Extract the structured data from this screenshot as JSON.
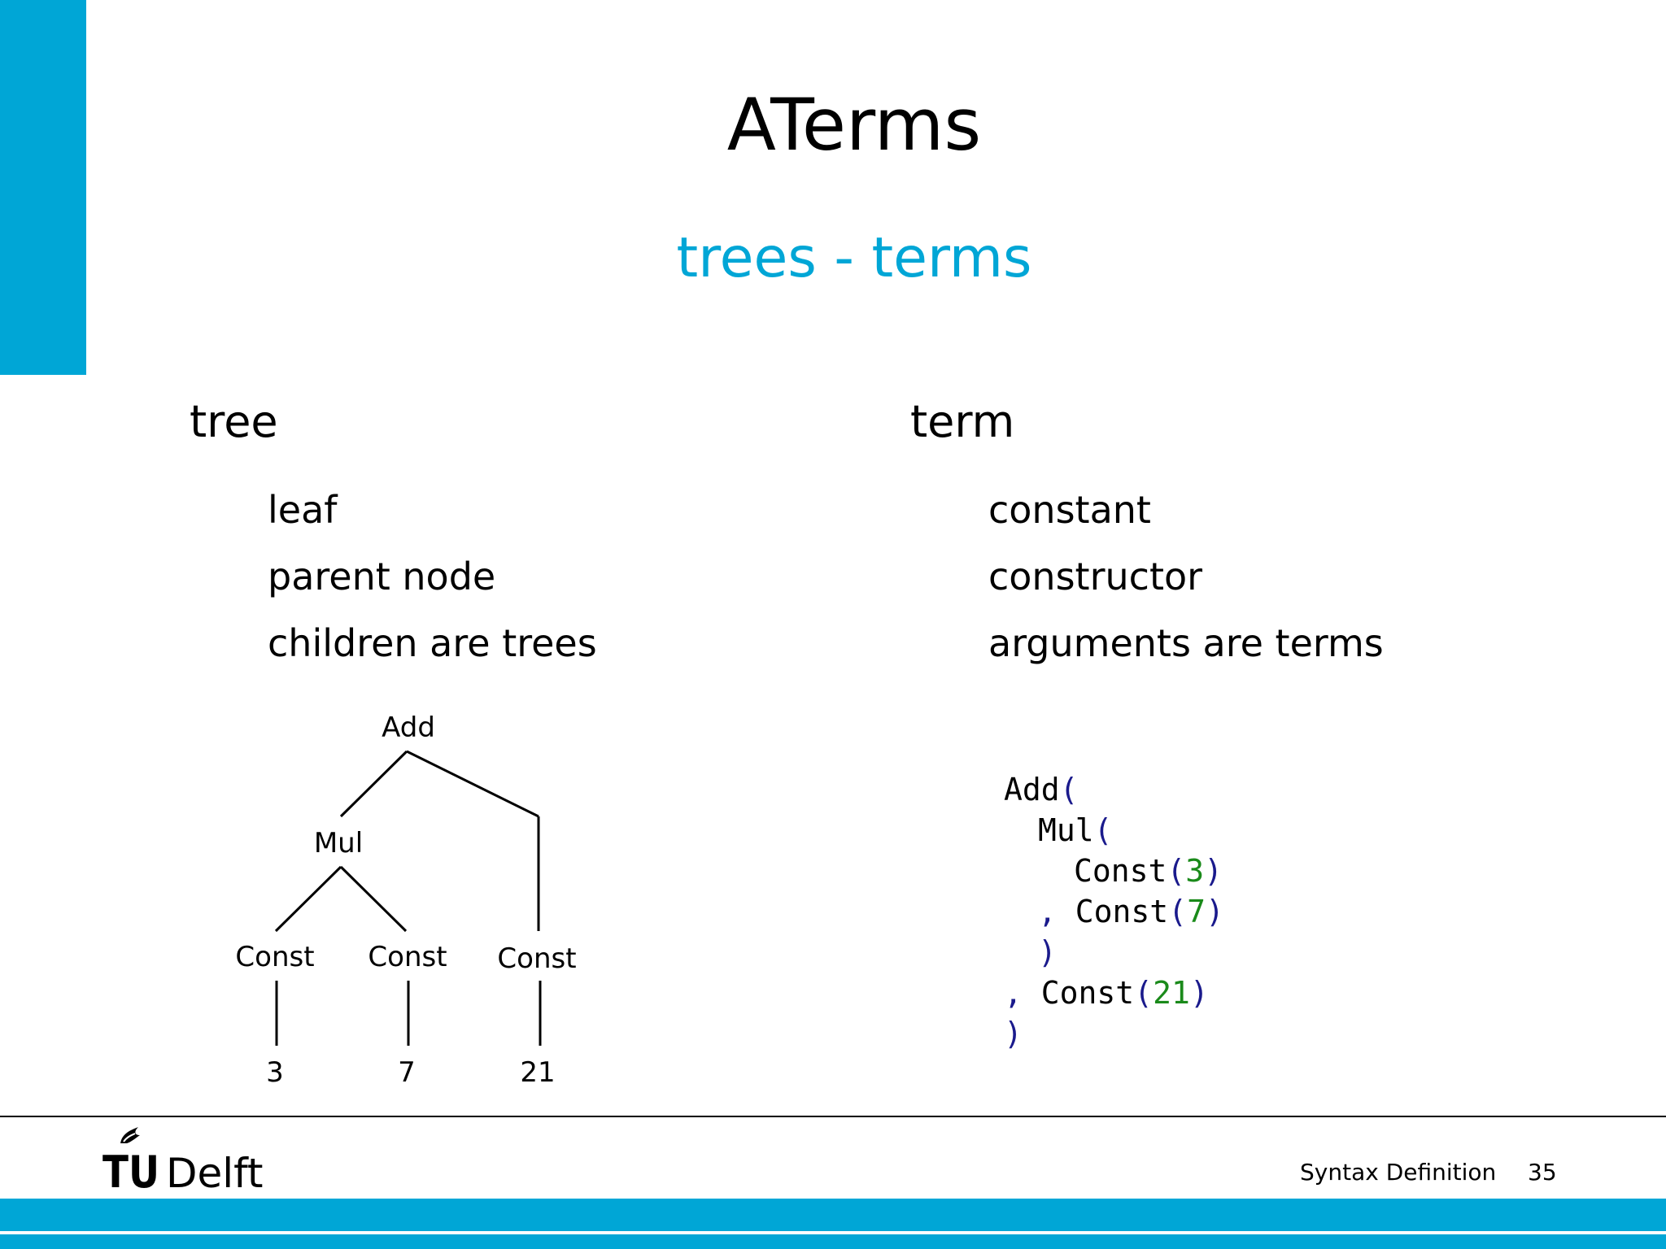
{
  "slide": {
    "title": "ATerms",
    "subtitle": "trees - terms",
    "colors": {
      "accent": "#00a6d6",
      "text": "#000000",
      "code_paren": "#1a1a8c",
      "code_number": "#1a8a1a"
    }
  },
  "left_column": {
    "heading": "tree",
    "bullets": [
      "leaf",
      "parent node",
      "children are trees"
    ]
  },
  "right_column": {
    "heading": "term",
    "bullets": [
      "constant",
      "constructor",
      "arguments are terms"
    ]
  },
  "tree_diagram": {
    "nodes": {
      "root": "Add",
      "mul": "Mul",
      "const_a": "Const",
      "const_b": "Const",
      "const_c": "Const",
      "leaf_a": "3",
      "leaf_b": "7",
      "leaf_c": "21"
    }
  },
  "term_code": {
    "add": "Add",
    "mul": "Mul",
    "const": "Const",
    "open_paren": "(",
    "close_paren": ")",
    "comma": ",",
    "num_a": "3",
    "num_b": "7",
    "num_c": "21"
  },
  "footer": {
    "logo_tu": "TU",
    "logo_delft": "Delft",
    "course": "Syntax Definition",
    "page_number": "35"
  }
}
